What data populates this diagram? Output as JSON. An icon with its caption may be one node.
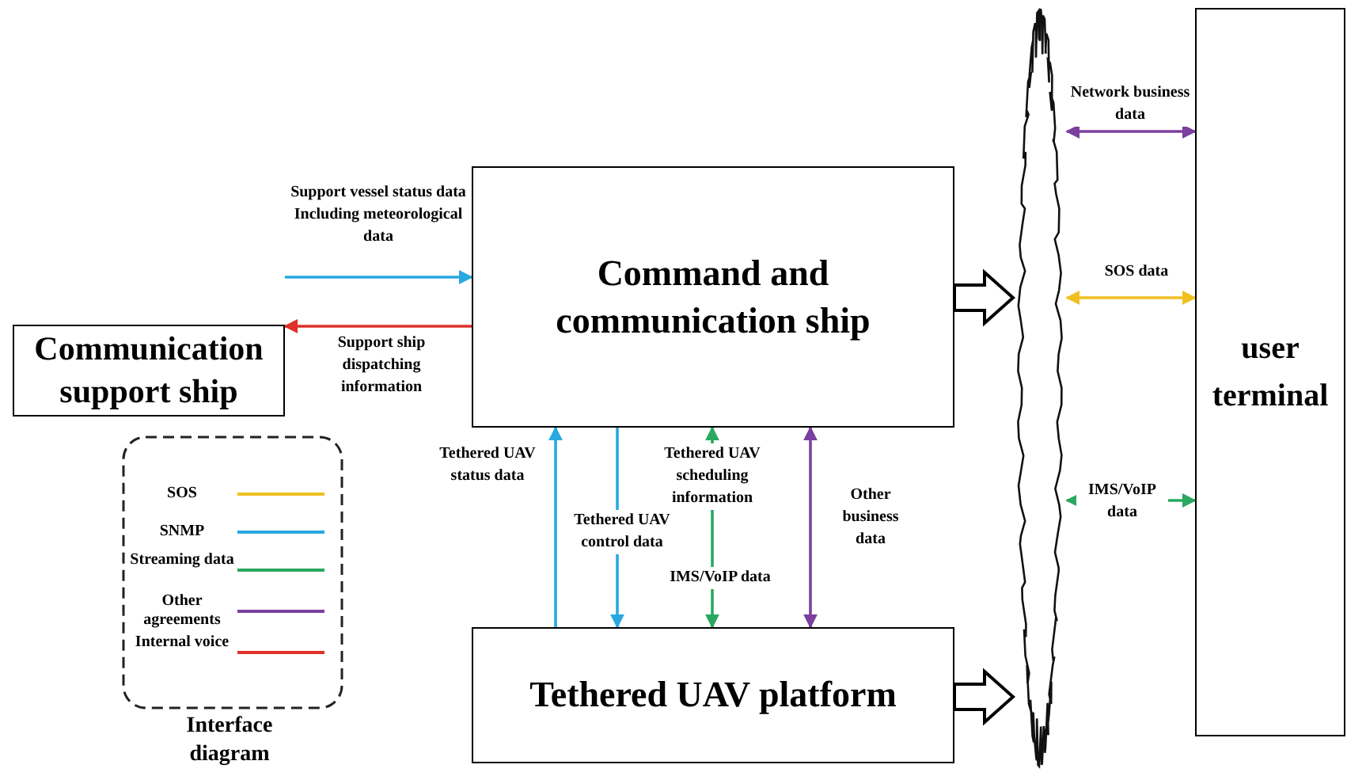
{
  "diagram": {
    "nodes": [
      {
        "text": [
          "Communication support ship"
        ]
      },
      {
        "text": [
          "Command and communication ship"
        ]
      },
      {
        "text": [
          "Tethered UAV platform"
        ]
      },
      {
        "text": [],
        "shape": "cloud"
      },
      {
        "text": [
          "user terminal"
        ]
      }
    ],
    "edges": [
      {
        "from": 0,
        "to": 1,
        "arrow": "to",
        "label": "Support vessel status data Including meteorological data",
        "color": "#29a8e0"
      },
      {
        "from": 1,
        "to": 0,
        "arrow": "to",
        "label": "Support ship dispatching information",
        "color": "#e0302a"
      },
      {
        "from": 2,
        "to": 1,
        "arrow": "to",
        "label": "Tethered UAV status data",
        "color": "#29a8e0"
      },
      {
        "from": 1,
        "to": 2,
        "arrow": "to",
        "label": "Tethered UAV control data",
        "color": "#29a8e0"
      },
      {
        "from": 1,
        "to": 2,
        "arrow": "both",
        "label": "Tethered UAV scheduling information",
        "color": "#2aa860"
      },
      {
        "from": 1,
        "to": 2,
        "arrow": "both",
        "label": "Other business data",
        "color": "#7b3fa0"
      },
      {
        "from": 1,
        "to": 3,
        "arrow": "to",
        "style": "thick"
      },
      {
        "from": 2,
        "to": 3,
        "arrow": "to",
        "style": "thick"
      },
      {
        "from": 3,
        "to": 4,
        "arrow": "both",
        "label": "Network business data",
        "color": "#7b3fa0"
      },
      {
        "from": 3,
        "to": 4,
        "arrow": "both",
        "label": "SOS data",
        "color": "#f0c020"
      },
      {
        "from": 3,
        "to": 4,
        "arrow": "both",
        "label": "IMS/VoIP data",
        "color": "#2aa860"
      }
    ],
    "labels": [
      "IMS/VoIP data",
      "Interface diagram"
    ],
    "legend": [
      {
        "text": "SOS",
        "color": "#f0c020"
      },
      {
        "text": "SNMP",
        "color": "#29a8e0"
      },
      {
        "text": "Streaming data",
        "color": "#2aa860"
      },
      {
        "text": "Other agreements",
        "color": "#7b3fa0"
      },
      {
        "text": "Internal voice",
        "color": "#e0302a"
      }
    ]
  }
}
